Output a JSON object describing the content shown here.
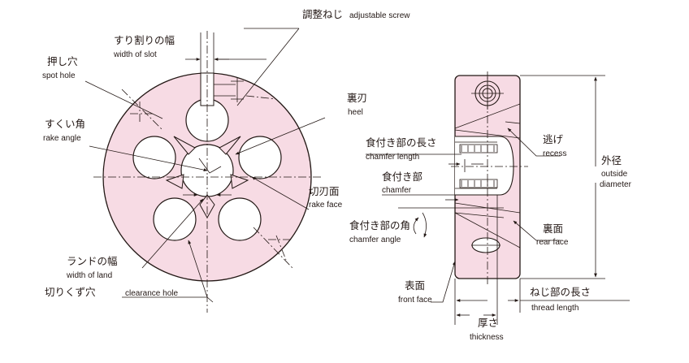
{
  "colors": {
    "die_fill": "#f7dbe4",
    "line": "#231815"
  },
  "labels": {
    "adjustable_screw": {
      "jp": "調整ねじ",
      "en": "adjustable screw"
    },
    "width_of_slot": {
      "jp": "すり割りの幅",
      "en": "width of slot"
    },
    "spot_hole": {
      "jp": "押し穴",
      "en": "spot hole"
    },
    "rake_angle": {
      "jp": "すくい角",
      "en": "rake angle"
    },
    "heel": {
      "jp": "裏刃",
      "en": "heel"
    },
    "rake_face": {
      "jp": "切刃面",
      "en": "rake face"
    },
    "width_of_land": {
      "jp": "ランドの幅",
      "en": "width of land"
    },
    "clearance_hole": {
      "jp": "切りくず穴",
      "en": "clearance hole"
    },
    "chamfer_length": {
      "jp": "食付き部の長さ",
      "en": "chamfer length"
    },
    "chamfer": {
      "jp": "食付き部",
      "en": "chamfer"
    },
    "chamfer_angle": {
      "jp": "食付き部の角",
      "en": "chamfer angle"
    },
    "recess": {
      "jp": "逃げ",
      "en": "recess"
    },
    "outside_diameter": {
      "jp": "外径",
      "en_1": "outside",
      "en_2": "diameter"
    },
    "rear_face": {
      "jp": "裏面",
      "en": "rear face"
    },
    "front_face": {
      "jp": "表面",
      "en": "front face"
    },
    "thread_length": {
      "jp": "ねじ部の長さ",
      "en": "thread length"
    },
    "thickness": {
      "jp": "厚さ",
      "en": "thickness"
    }
  }
}
